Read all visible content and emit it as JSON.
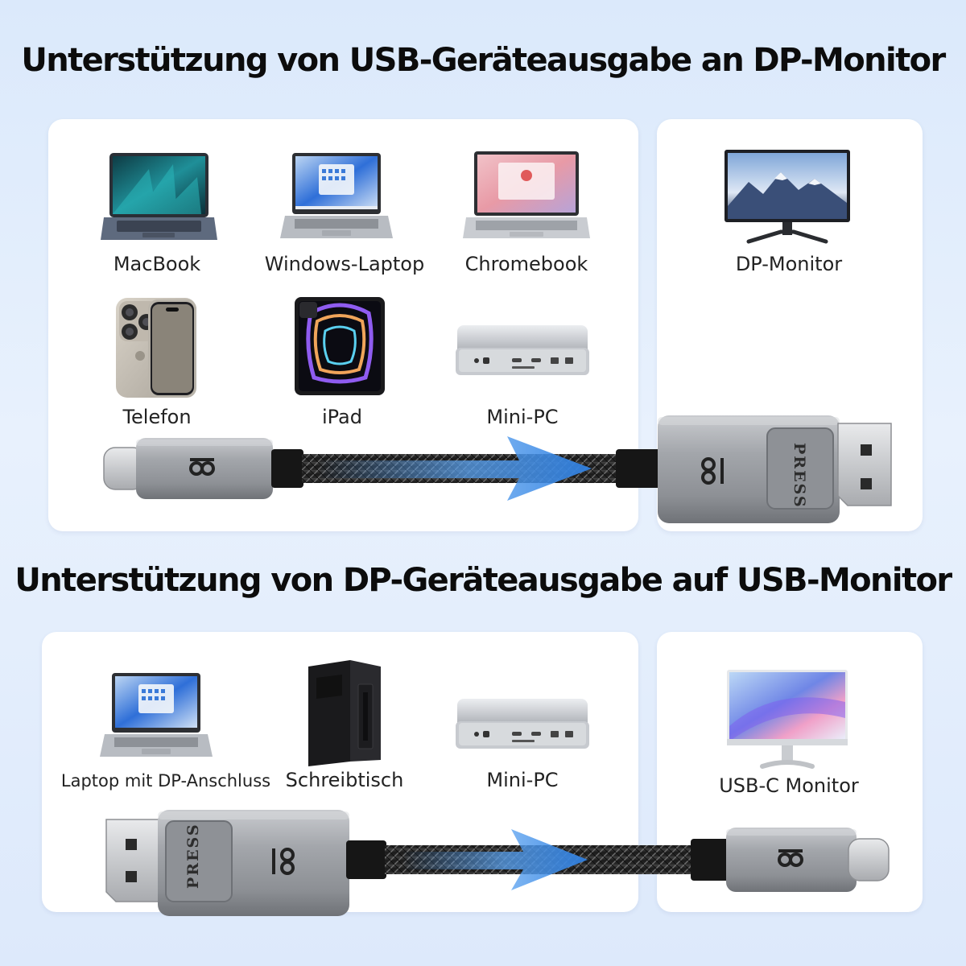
{
  "sections": [
    {
      "title": "Unterstützung von USB-Geräteausgabe an DP-Monitor",
      "sources": [
        {
          "label": "MacBook",
          "icon": "macbook-icon"
        },
        {
          "label": "Windows-Laptop",
          "icon": "windows-laptop-icon"
        },
        {
          "label": "Chromebook",
          "icon": "chromebook-icon"
        },
        {
          "label": "Telefon",
          "icon": "phone-icon"
        },
        {
          "label": "iPad",
          "icon": "ipad-icon"
        },
        {
          "label": "Mini-PC",
          "icon": "mini-pc-icon"
        }
      ],
      "target": {
        "label": "DP-Monitor",
        "icon": "dp-monitor-icon"
      }
    },
    {
      "title": "Unterstützung von DP-Geräteausgabe auf USB-Monitor",
      "sources": [
        {
          "label": "Laptop mit DP-Anschluss",
          "icon": "laptop-icon"
        },
        {
          "label": "Schreibtisch",
          "icon": "desktop-tower-icon"
        },
        {
          "label": "Mini-PC",
          "icon": "mini-pc-icon"
        }
      ],
      "target": {
        "label": "USB-C Monitor",
        "icon": "usb-c-monitor-icon"
      }
    }
  ],
  "connector_button_text": "PRESS",
  "colors": {
    "background": "#dde9fb",
    "panel": "#ffffff",
    "arrow": "#3f8ee8",
    "connector": "#9ea1a6"
  }
}
